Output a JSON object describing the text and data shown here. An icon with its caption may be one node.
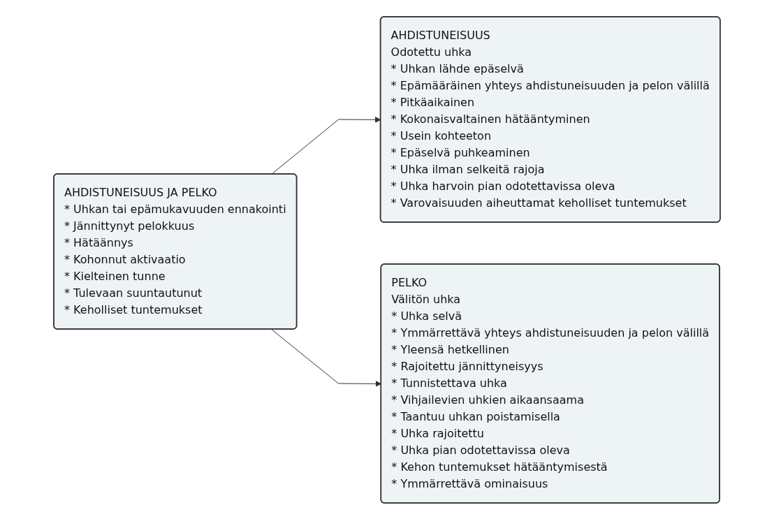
{
  "diagram": {
    "nodes": [
      {
        "text": [
          "AHDISTUNEISUUS JA PELKO",
          "* Uhkan tai epämukavuuden ennakointi",
          "* Jännittynyt pelokkuus",
          "* Hätäännys",
          "* Kohonnut aktivaatio",
          "* Kielteinen tunne",
          "* Tulevaan suuntautunut",
          "* Keholliset tuntemukset"
        ]
      },
      {
        "text": [
          "AHDISTUNEISUUS",
          "Odotettu uhka",
          "* Uhkan lähde epäselvä",
          "* Epämääräinen yhteys ahdistuneisuuden ja pelon välillä",
          "* Pitkäaikainen",
          "* Kokonaisvaltainen hätääntyminen",
          "* Usein kohteeton",
          "* Epäselvä puhkeaminen",
          "* Uhka ilman selkeitä rajoja",
          "* Uhka harvoin pian odotettavissa oleva",
          "* Varovaisuuden aiheuttamat keholliset tuntemukset"
        ]
      },
      {
        "text": [
          "PELKO",
          "Välitön uhka",
          "* Uhka selvä",
          "* Ymmärrettävä yhteys ahdistuneisuuden ja pelon välillä",
          "* Yleensä hetkellinen",
          "* Rajoitettu jännittyneisyys",
          "* Tunnistettava uhka",
          "* Vihjailevien uhkien aikaansaama",
          "* Taantuu uhkan poistamisella",
          "* Uhka rajoitettu",
          "* Uhka pian odotettavissa oleva",
          "* Kehon tuntemukset hätääntymisestä",
          "* Ymmärrettävä ominaisuus"
        ]
      }
    ],
    "edges": [
      {
        "from": 0,
        "to": 1,
        "arrow": "to"
      },
      {
        "from": 0,
        "to": 2,
        "arrow": "to"
      }
    ]
  }
}
